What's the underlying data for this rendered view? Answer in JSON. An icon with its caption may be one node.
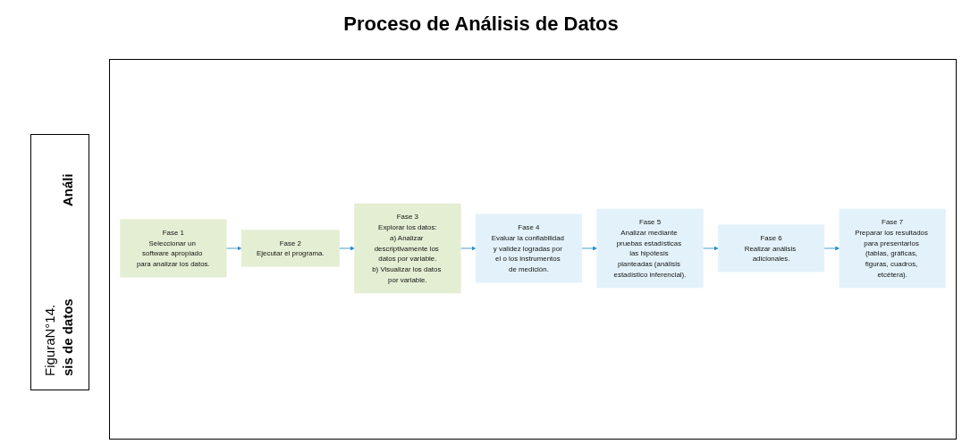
{
  "diagram": {
    "title": "Proceso de Análisis de Datos",
    "nodes": [
      {
        "text": [
          "Fase 1",
          "Seleccionar un software apropiado para analizar los datos."
        ]
      },
      {
        "text": [
          "Fase 2",
          "Ejecutar el programa."
        ]
      },
      {
        "text": [
          "Fase 3",
          "Explorar los datos:",
          "a) Analizar descriptivamente los datos por variable.",
          "b) Visualizar los datos por variable."
        ]
      },
      {
        "text": [
          "Fase 4",
          "Evaluar la confiabilidad y validez logradas por el o los instrumentos de medición."
        ]
      },
      {
        "text": [
          "Fase 5",
          "Analizar mediante pruebas estadísticas las hipótesis planteadas (análisis estadístico inferencial)."
        ]
      },
      {
        "text": [
          "Fase 6",
          "Realizar análisis adicionales."
        ]
      },
      {
        "text": [
          "Fase 7",
          "Preparar los resultados para presentarlos (tablas, gráficas, figuras, cuadros, etcétera)."
        ]
      }
    ],
    "edges": [
      {
        "from": 0,
        "to": 1,
        "arrow": "to"
      },
      {
        "from": 1,
        "to": 2,
        "arrow": "to"
      },
      {
        "from": 2,
        "to": 3,
        "arrow": "to"
      },
      {
        "from": 3,
        "to": 4,
        "arrow": "to"
      },
      {
        "from": 4,
        "to": 5,
        "arrow": "to"
      },
      {
        "from": 5,
        "to": 6,
        "arrow": "to"
      }
    ],
    "labels": [
      "FiguraN°14.",
      "Análi",
      "sis de datos"
    ]
  }
}
